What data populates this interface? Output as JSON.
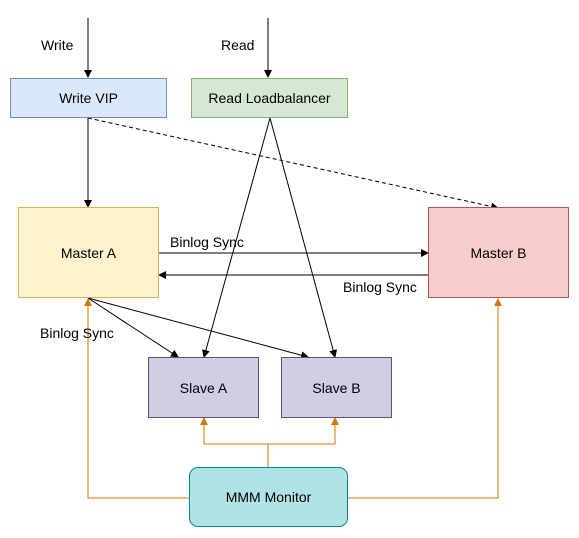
{
  "labels": {
    "write": "Write",
    "read": "Read",
    "binlog_sync_ab": "Binlog Sync",
    "binlog_sync_ba": "Binlog Sync",
    "binlog_sync_slaves": "Binlog Sync"
  },
  "nodes": {
    "write_vip": {
      "label": "Write VIP",
      "fill": "#dae8fc",
      "stroke": "#6c8ebf"
    },
    "read_lb": {
      "label": "Read Loadbalancer",
      "fill": "#d5e8d4",
      "stroke": "#82b366"
    },
    "master_a": {
      "label": "Master A",
      "fill": "#fff2cc",
      "stroke": "#d6b656"
    },
    "master_b": {
      "label": "Master B",
      "fill": "#f8cecc",
      "stroke": "#b85450"
    },
    "slave_a": {
      "label": "Slave A",
      "fill": "#d0cee2",
      "stroke": "#56517e"
    },
    "slave_b": {
      "label": "Slave B",
      "fill": "#d0cee2",
      "stroke": "#56517e"
    },
    "mmm_monitor": {
      "label": "MMM Monitor",
      "fill": "#b0e3e6",
      "stroke": "#0e8088"
    }
  },
  "colors": {
    "edge": "#000000",
    "monitor_edge": "#d07a00"
  }
}
